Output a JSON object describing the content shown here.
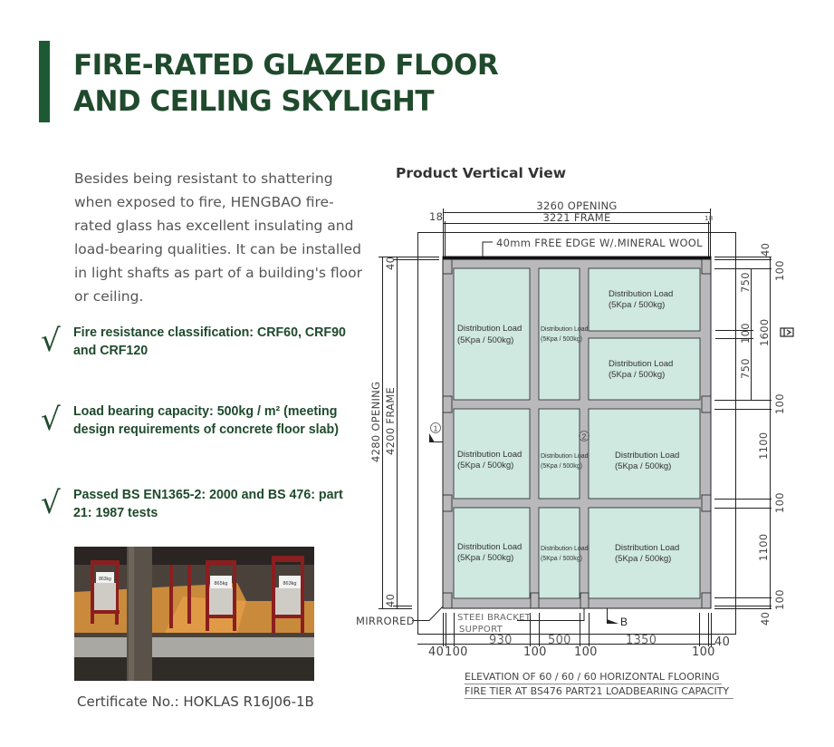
{
  "heading": {
    "line1": "FIRE-RATED GLAZED FLOOR",
    "line2": "AND CEILING SKYLIGHT",
    "accent_color": "#1d5a33"
  },
  "intro": "Besides being resistant to shattering when exposed to fire, HENGBAO fire-rated glass has excellent insulating and load-bearing qualities. It can be installed in light shafts as part of a building's floor or ceiling.",
  "bullets": [
    {
      "icon": "check-icon",
      "symbol": "√",
      "text": "Fire resistance classification: CRF60, CRF90 and CRF120"
    },
    {
      "icon": "check-icon",
      "symbol": "√",
      "text": "Load bearing capacity: 500kg / m² (meeting design requirements of concrete floor slab)"
    },
    {
      "icon": "check-icon",
      "symbol": "√",
      "text": "Passed BS EN1365-2: 2000 and BS 476: part 21: 1987 tests"
    }
  ],
  "photo": {
    "labels": [
      "863kg",
      "865kg",
      "863kg"
    ]
  },
  "certificate": "Certificate No.: HOKLAS R16J06-1B",
  "drawing": {
    "title": "Product Vertical View",
    "top": {
      "opening": "3260 OPENING",
      "frame": "3221 FRAME",
      "left_gap": "18",
      "right_gap": "18",
      "edge_note": "40mm FREE EDGE W/.MINERAL WOOL"
    },
    "left": {
      "top_gap": "40",
      "opening": "4280 OPENING",
      "frame": "4200 FRAME",
      "bottom_gap": "40"
    },
    "right": [
      "40",
      "100",
      "750",
      "100",
      "1600",
      "750",
      "100",
      "1100",
      "100",
      "1100",
      "100",
      "40"
    ],
    "bottom": {
      "mirrored": "MIRRORED",
      "bracket1": "STEEI BRACKET",
      "bracket2": "SUPPORT",
      "spans": [
        "930",
        "500",
        "1350"
      ],
      "right_gap": "40",
      "members": [
        "40",
        "100",
        "100",
        "100",
        "100"
      ]
    },
    "panel_label1": "Distribution Load",
    "panel_label2": "(5Kpa / 500kg)",
    "markers": {
      "section1": "1",
      "section2": "2",
      "section_b": "B"
    },
    "glass_color": "#cfe8e0",
    "frame_color": "#b9b9bc",
    "caption1": "ELEVATION OF 60 / 60 / 60 HORIZONTAL FLOORING",
    "caption2": "FIRE TIER AT BS476 PART21 LOADBEARING CAPACITY"
  }
}
